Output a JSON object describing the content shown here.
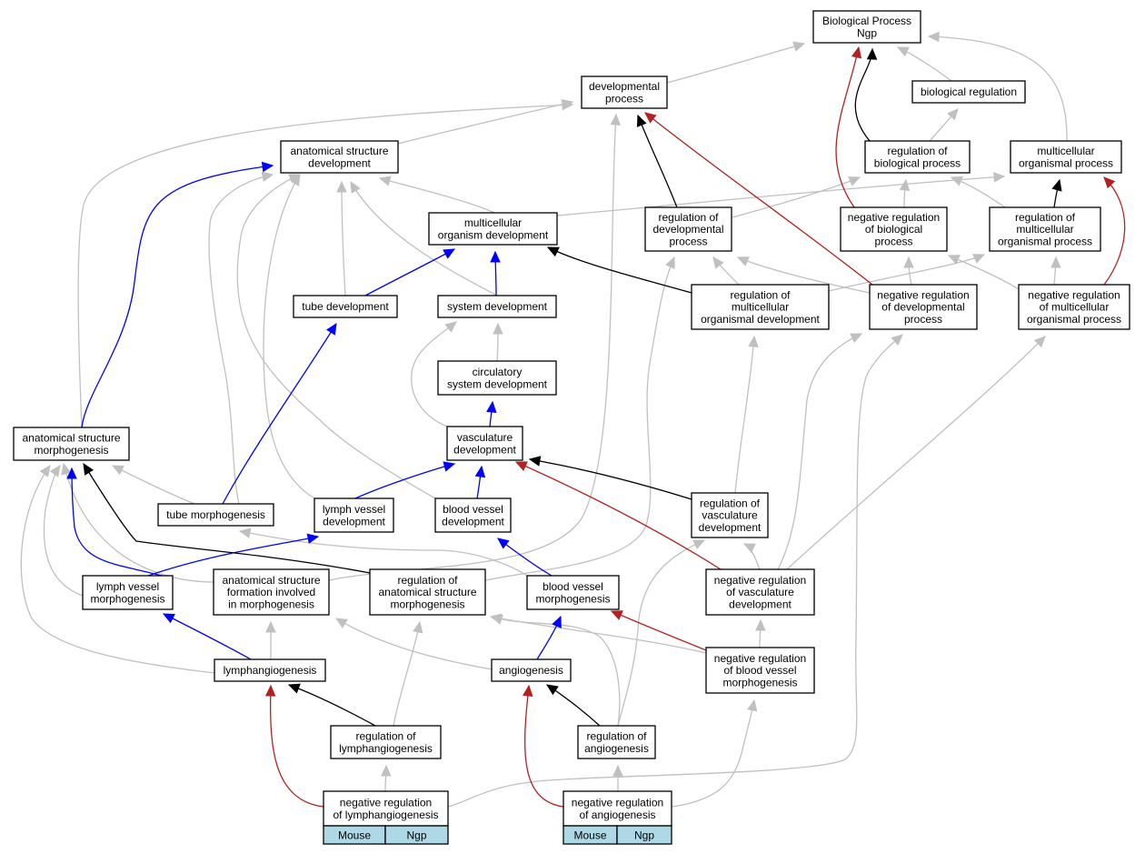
{
  "colors": {
    "is_a": "#c0c0c0",
    "part_of": "#0000ff",
    "regulates": "#000000",
    "negatively_regulates": "#b22222",
    "species_label_fill": "#add8e6"
  },
  "nodes": {
    "bp": {
      "lines": [
        "Biological Process",
        "Ngp"
      ]
    },
    "dev": {
      "lines": [
        "developmental",
        "process"
      ]
    },
    "breg": {
      "lines": [
        "biological regulation"
      ]
    },
    "asd": {
      "lines": [
        "anatomical structure",
        "development"
      ]
    },
    "rbp": {
      "lines": [
        "regulation of",
        "biological process"
      ]
    },
    "mop": {
      "lines": [
        "multicellular",
        "organismal process"
      ]
    },
    "mod": {
      "lines": [
        "multicellular",
        "organism development"
      ]
    },
    "rdp": {
      "lines": [
        "regulation of",
        "developmental",
        "process"
      ]
    },
    "nrbp": {
      "lines": [
        "negative regulation",
        "of biological",
        "process"
      ]
    },
    "rmop": {
      "lines": [
        "regulation of",
        "multicellular",
        "organismal process"
      ]
    },
    "tube": {
      "lines": [
        "tube development"
      ]
    },
    "sysd": {
      "lines": [
        "system development"
      ]
    },
    "rmod": {
      "lines": [
        "regulation of",
        "multicellular",
        "organismal development"
      ]
    },
    "nrdp": {
      "lines": [
        "negative regulation",
        "of developmental",
        "process"
      ]
    },
    "nrmop": {
      "lines": [
        "negative regulation",
        "of multicellular",
        "organismal process"
      ]
    },
    "csd": {
      "lines": [
        "circulatory",
        "system development"
      ]
    },
    "asm": {
      "lines": [
        "anatomical structure",
        "morphogenesis"
      ]
    },
    "vasd": {
      "lines": [
        "vasculature",
        "development"
      ]
    },
    "tubm": {
      "lines": [
        "tube morphogenesis"
      ]
    },
    "lvd": {
      "lines": [
        "lymph vessel",
        "development"
      ]
    },
    "bvd": {
      "lines": [
        "blood vessel",
        "development"
      ]
    },
    "rvd": {
      "lines": [
        "regulation of",
        "vasculature",
        "development"
      ]
    },
    "lvm": {
      "lines": [
        "lymph vessel",
        "morphogenesis"
      ]
    },
    "asf": {
      "lines": [
        "anatomical structure",
        "formation involved",
        "in morphogenesis"
      ]
    },
    "rasm": {
      "lines": [
        "regulation of",
        "anatomical structure",
        "morphogenesis"
      ]
    },
    "bvm": {
      "lines": [
        "blood vessel",
        "morphogenesis"
      ]
    },
    "nrvd": {
      "lines": [
        "negative regulation",
        "of vasculature",
        "development"
      ]
    },
    "lymph": {
      "lines": [
        "lymphangiogenesis"
      ]
    },
    "angio": {
      "lines": [
        "angiogenesis"
      ]
    },
    "nrbvm": {
      "lines": [
        "negative regulation",
        "of blood vessel",
        "morphogenesis"
      ]
    },
    "rlymph": {
      "lines": [
        "regulation of",
        "lymphangiogenesis"
      ]
    },
    "rangio": {
      "lines": [
        "regulation of",
        "angiogenesis"
      ]
    },
    "nrlymph": {
      "lines": [
        "negative regulation",
        "of lymphangiogenesis"
      ],
      "labels": [
        "Mouse",
        "Ngp"
      ]
    },
    "nrangio": {
      "lines": [
        "negative regulation",
        "of angiogenesis"
      ],
      "labels": [
        "Mouse",
        "Ngp"
      ]
    }
  }
}
